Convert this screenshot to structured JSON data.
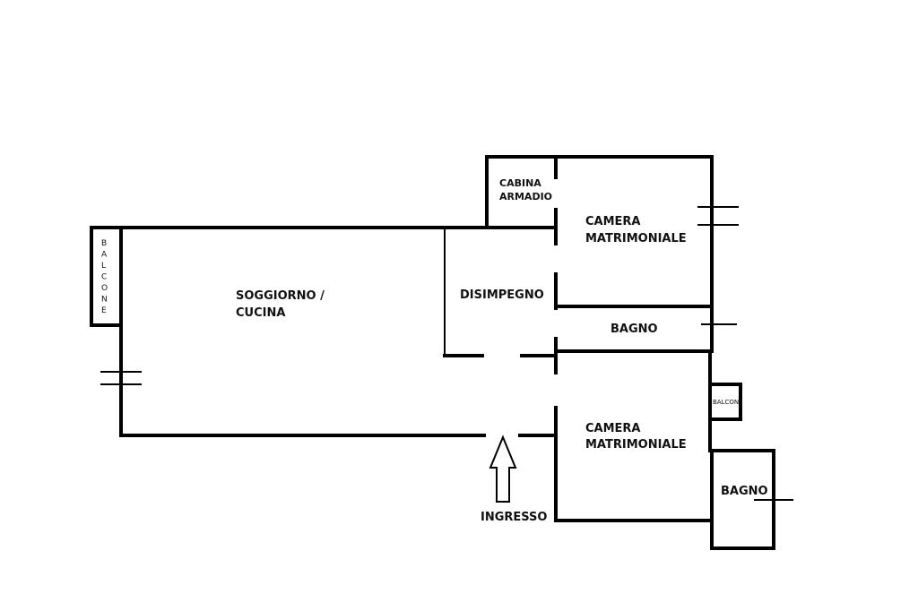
{
  "rooms": {
    "balcone_left": "BALCONE",
    "soggiorno_line1": "SOGGIORNO /",
    "soggiorno_line2": "CUCINA",
    "disimpegno": "DISIMPEGNO",
    "cabina_line1": "CABINA",
    "cabina_line2": "ARMADIO",
    "camera_top_line1": "CAMERA",
    "camera_top_line2": "MATRIMONIALE",
    "bagno_middle": "BAGNO",
    "camera_bottom_line1": "CAMERA",
    "camera_bottom_line2": "MATRIMONIALE",
    "balcone_small": "BALCONE",
    "bagno_bottom": "BAGNO"
  },
  "entrance": {
    "label": "INGRESSO",
    "arrow_icon": "arrow-up-icon"
  },
  "colors": {
    "walls": "#000000",
    "background": "#ffffff"
  }
}
